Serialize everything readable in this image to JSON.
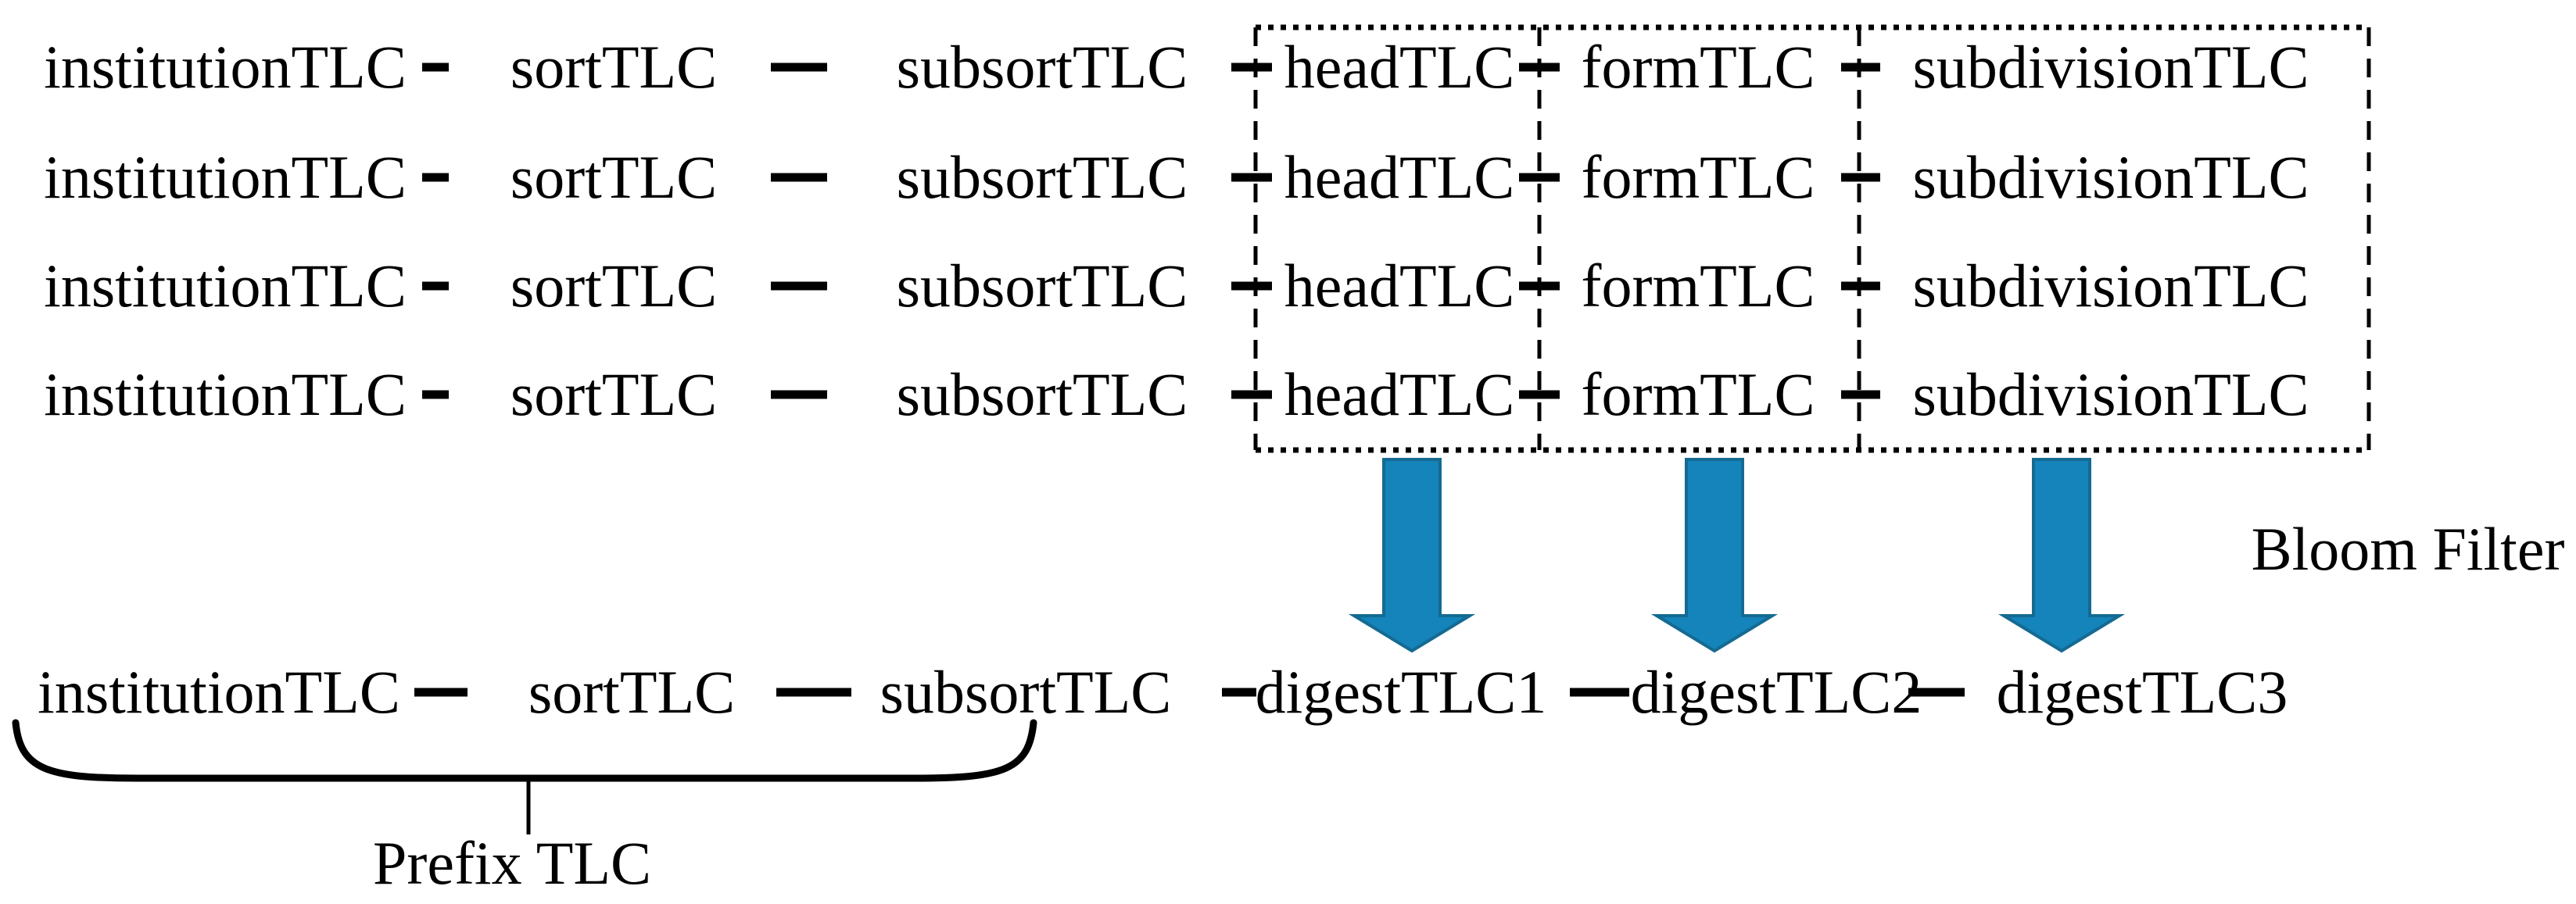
{
  "diagram": {
    "top_rows": [
      {
        "institution": "institutionTLC",
        "sort": "sortTLC",
        "subsort": "subsortTLC",
        "head": "headTLC",
        "form": "formTLC",
        "subdivision": "subdivisionTLC"
      },
      {
        "institution": "institutionTLC",
        "sort": "sortTLC",
        "subsort": "subsortTLC",
        "head": "headTLC",
        "form": "formTLC",
        "subdivision": "subdivisionTLC"
      },
      {
        "institution": "institutionTLC",
        "sort": "sortTLC",
        "subsort": "subsortTLC",
        "head": "headTLC",
        "form": "formTLC",
        "subdivision": "subdivisionTLC"
      },
      {
        "institution": "institutionTLC",
        "sort": "sortTLC",
        "subsort": "subsortTLC",
        "head": "headTLC",
        "form": "formTLC",
        "subdivision": "subdivisionTLC"
      }
    ],
    "bottom_row": {
      "institution": "institutionTLC",
      "sort": "sortTLC",
      "subsort": "subsortTLC",
      "digest1": "digestTLC1",
      "digest2": "digestTLC2",
      "digest3": "digestTLC3"
    },
    "bloom_filter_label": "Bloom Filter",
    "prefix_label": "Prefix TLC"
  },
  "colors": {
    "arrow_fill": "#1484BA",
    "arrow_stroke": "#156A92",
    "ink": "#000000",
    "background": "#FFFFFF"
  }
}
